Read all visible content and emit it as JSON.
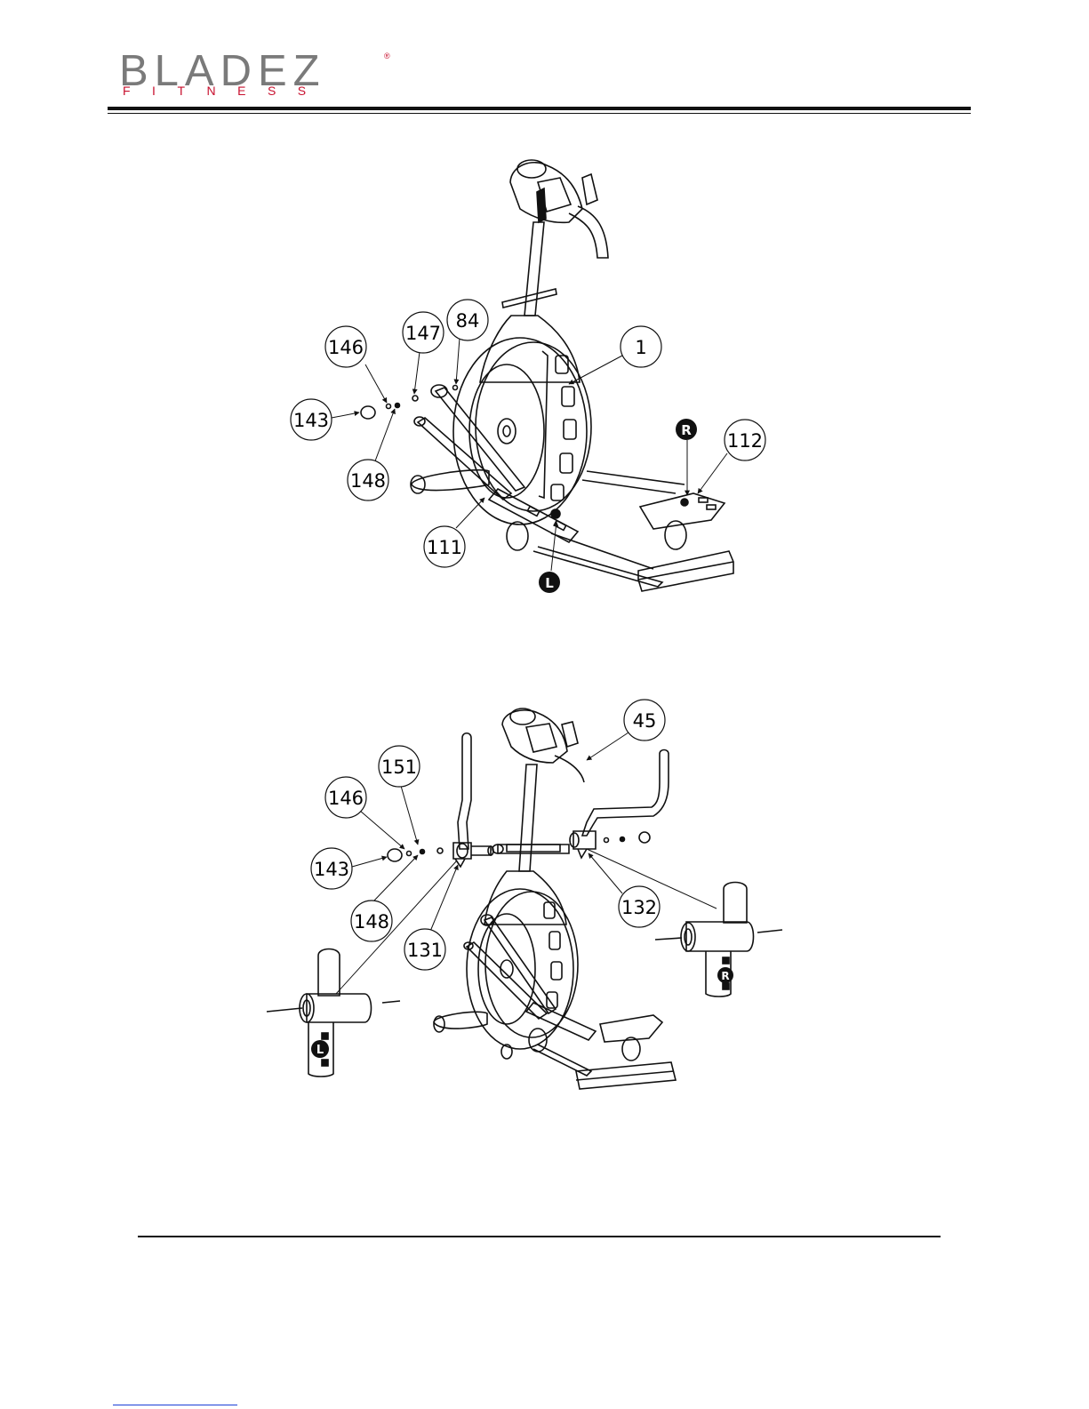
{
  "header": {
    "logo_main": "BLADEZ",
    "logo_sub": "FITNESS",
    "logo_reg": "®"
  },
  "figure1": {
    "callouts": [
      "146",
      "147",
      "84",
      "1",
      "143",
      "148",
      "111",
      "112"
    ],
    "markers": [
      "R",
      "L"
    ]
  },
  "figure2": {
    "callouts": [
      "45",
      "151",
      "146",
      "143",
      "148",
      "131",
      "132"
    ],
    "markers": [
      "L",
      "R"
    ]
  },
  "colors": {
    "logo_grey": "#7a7a7a",
    "logo_red": "#c8102e",
    "line": "#111111"
  }
}
